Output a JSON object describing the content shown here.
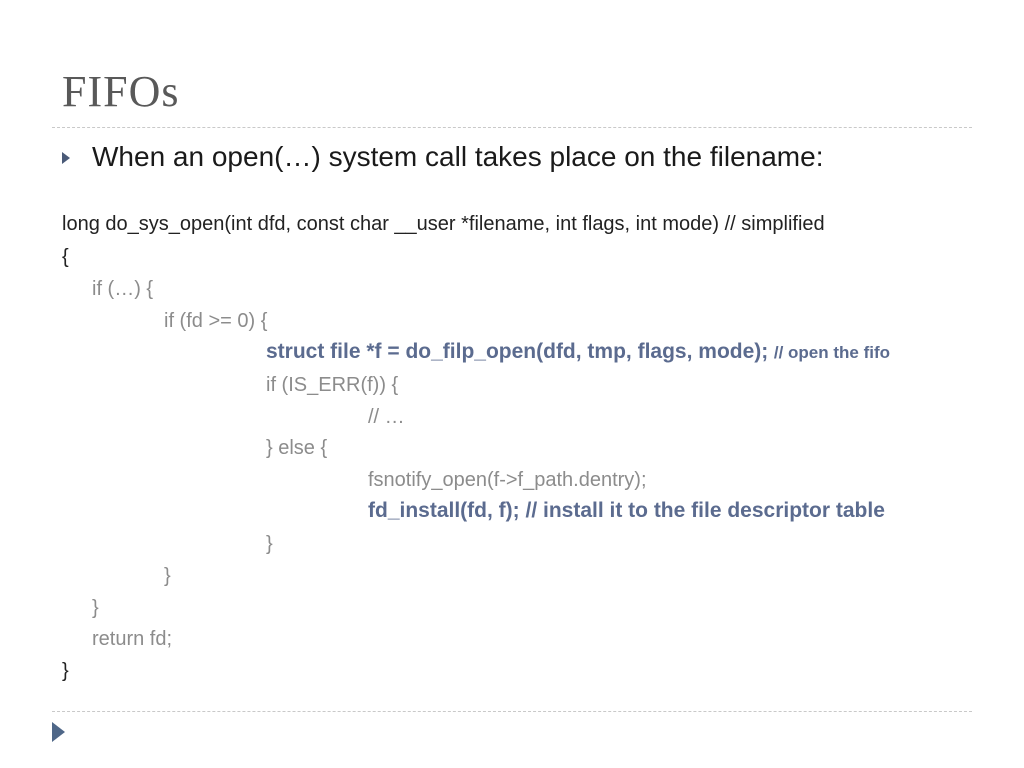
{
  "slide": {
    "title": "FIFOs",
    "bullet": "When an open(…) system call takes place on the filename:"
  },
  "code": {
    "l1": "long do_sys_open(int dfd, const char __user *filename, int flags, int mode) // simplified",
    "l2": "{",
    "l3": "if (…) {",
    "l4": "if (fd >= 0) {",
    "l5_main": "struct file *f = do_filp_open(dfd, tmp, flags, mode);",
    "l5_comment": "// open the fifo",
    "l6": "if (IS_ERR(f)) {",
    "l7": "// …",
    "l8": "} else {",
    "l9": "fsnotify_open(f->f_path.dentry);",
    "l10": "fd_install(fd, f); // install it to the file descriptor table",
    "l11": "}",
    "l12": "}",
    "l13": "}",
    "l14": "return fd;",
    "l15": "}"
  },
  "colors": {
    "title": "#595959",
    "highlight": "#5b6b8f",
    "dim": "#8c8c8c",
    "nav": "#4f6788"
  },
  "icons": {
    "bullet": "triangle-bullet-icon",
    "nav": "next-slide-arrow-icon"
  }
}
